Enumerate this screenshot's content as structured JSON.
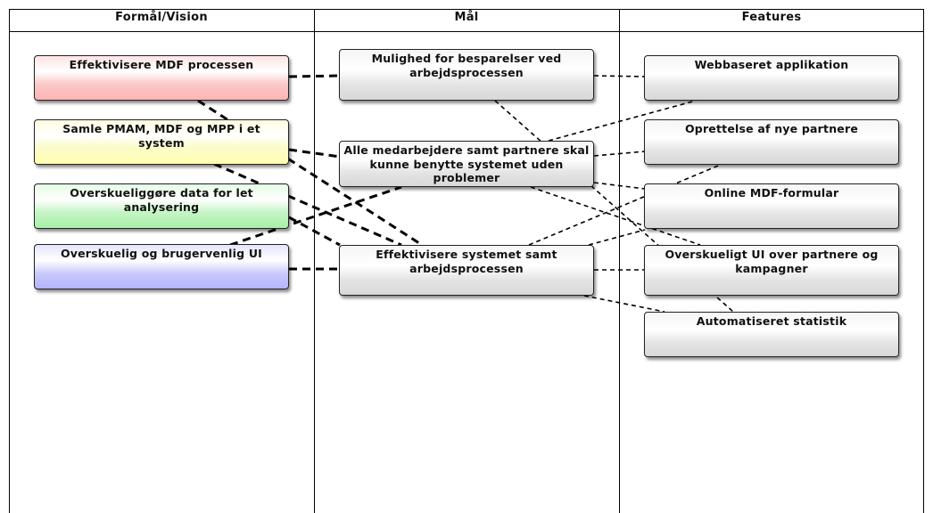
{
  "columns": {
    "vision": "Formål/Vision",
    "goals": "Mål",
    "features": "Features"
  },
  "vision": {
    "mdf": "Effektivisere MDF processen",
    "samle": "Samle PMAM, MDF og MPP i et system",
    "data": "Overskueliggøre data for let analysering",
    "ui": "Overskuelig og brugervenlig UI"
  },
  "goals": {
    "besparelser": "Mulighed for besparelser ved arbejdsprocessen",
    "medarbejdere": "Alle medarbejdere samt partnere skal kunne benytte systemet uden problemer",
    "effektivisere": "Effektivisere systemet samt arbejdsprocessen"
  },
  "features": {
    "web": "Webbaseret applikation",
    "partnere": "Oprettelse af nye partnere",
    "mdf_form": "Online MDF-formular",
    "ui_partnere": "Overskueligt UI over partnere og kampagner",
    "statistik": "Automatiseret statistik"
  },
  "colors": {
    "mdf": "#ffb3b3",
    "samle": "#ffffb0",
    "data": "#a8f0a8",
    "ui": "#b3b3ff",
    "neutral": "#d8d8d8"
  }
}
